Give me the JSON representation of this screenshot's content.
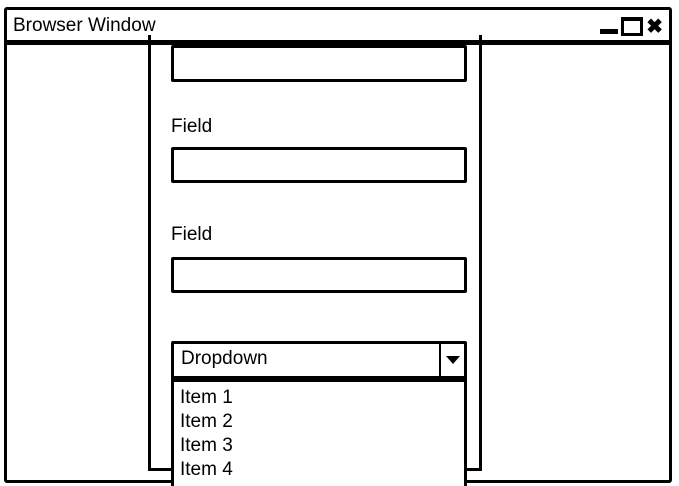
{
  "window": {
    "title": "Browser Window",
    "controls": {
      "minimize": "minimize-icon",
      "maximize": "maximize-icon",
      "close": "close-icon",
      "close_glyph": "✖"
    }
  },
  "form": {
    "fields": [
      {
        "label": "",
        "value": ""
      },
      {
        "label": "Field",
        "value": ""
      },
      {
        "label": "Field",
        "value": ""
      }
    ],
    "dropdown": {
      "selected": "Dropdown",
      "options": [
        "Item 1",
        "Item 2",
        "Item 3",
        "Item 4"
      ]
    }
  }
}
